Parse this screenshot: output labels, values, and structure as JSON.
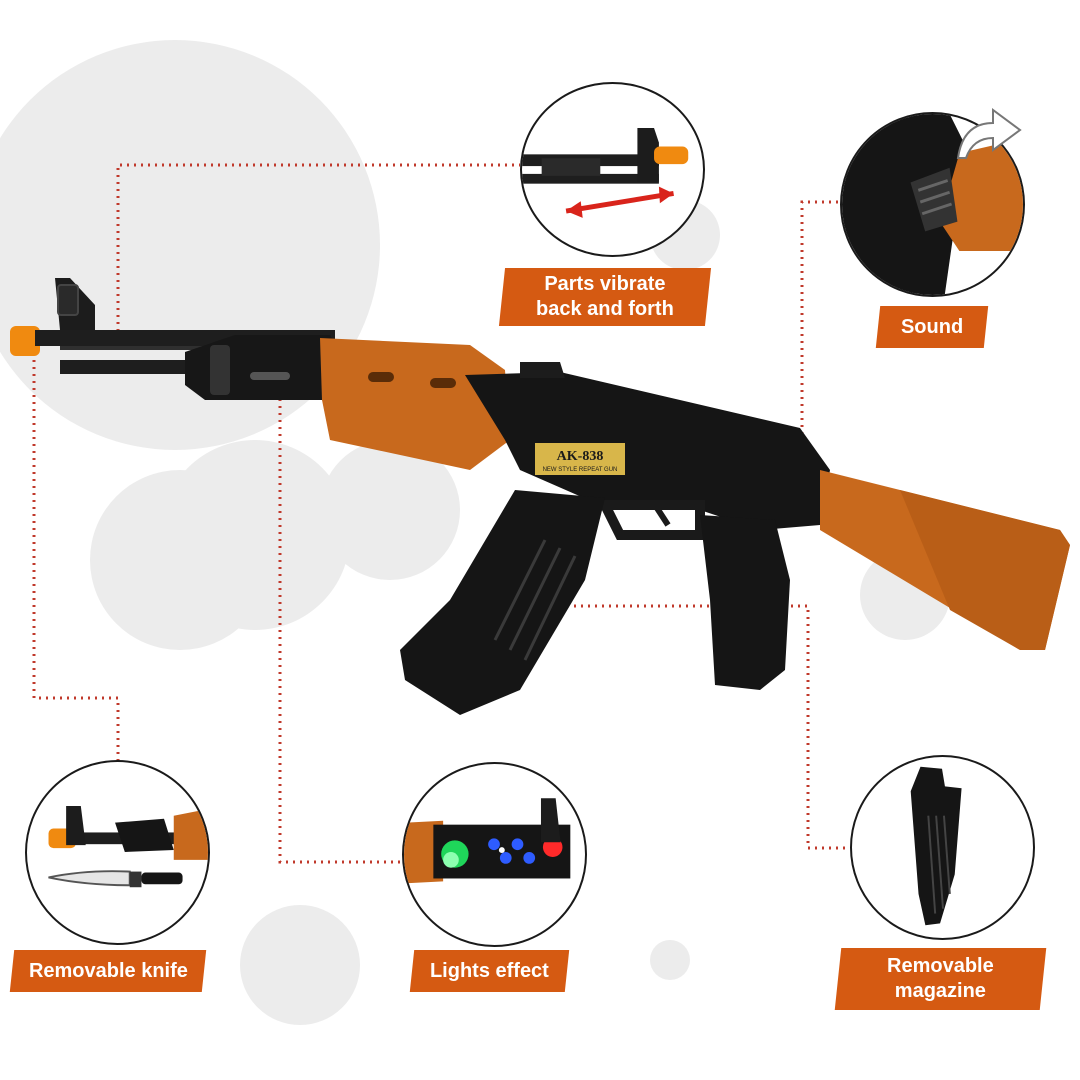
{
  "features": {
    "vibrate": "Parts vibrate\nback and forth",
    "sound": "Sound",
    "knife": "Removable knife",
    "lights": "Lights effect",
    "magazine": "Removable\nmagazine"
  },
  "gun": {
    "badge_model": "AK-838",
    "badge_subtitle": "NEW STYLE REPEAT GUN"
  },
  "colors": {
    "accent_orange": "#d55a12",
    "wood": "#c8691d",
    "body_black": "#151515",
    "dotted_line": "#c0392b"
  }
}
